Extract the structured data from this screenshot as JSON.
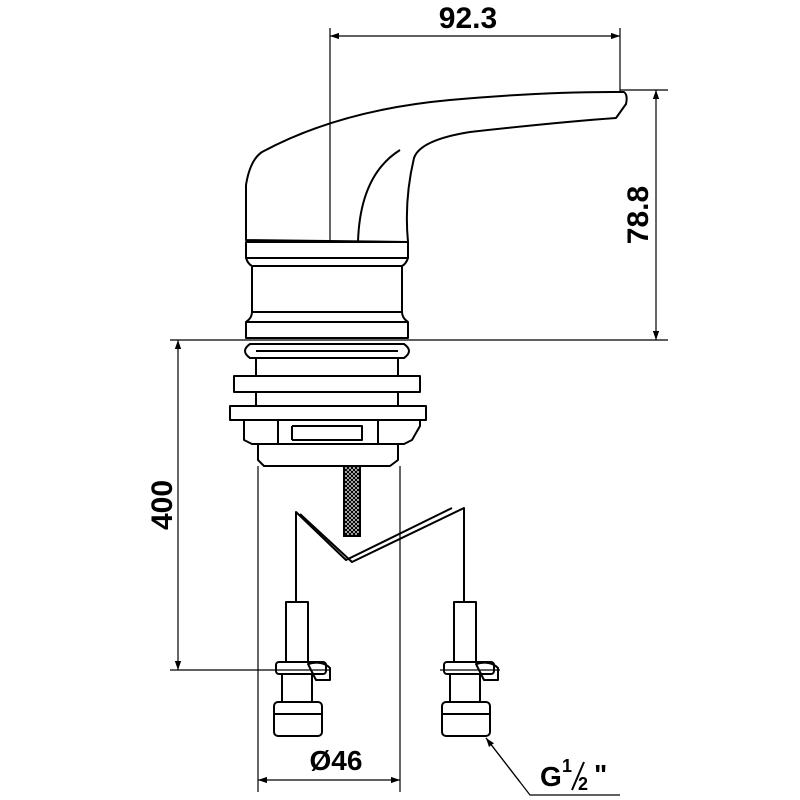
{
  "dimensions": {
    "width_top": "92.3",
    "height_right": "78.8",
    "height_left": "400",
    "diameter": "Ø46",
    "thread_prefix": "G",
    "thread_num": "1",
    "thread_den": "2",
    "thread_suffix": "\""
  }
}
